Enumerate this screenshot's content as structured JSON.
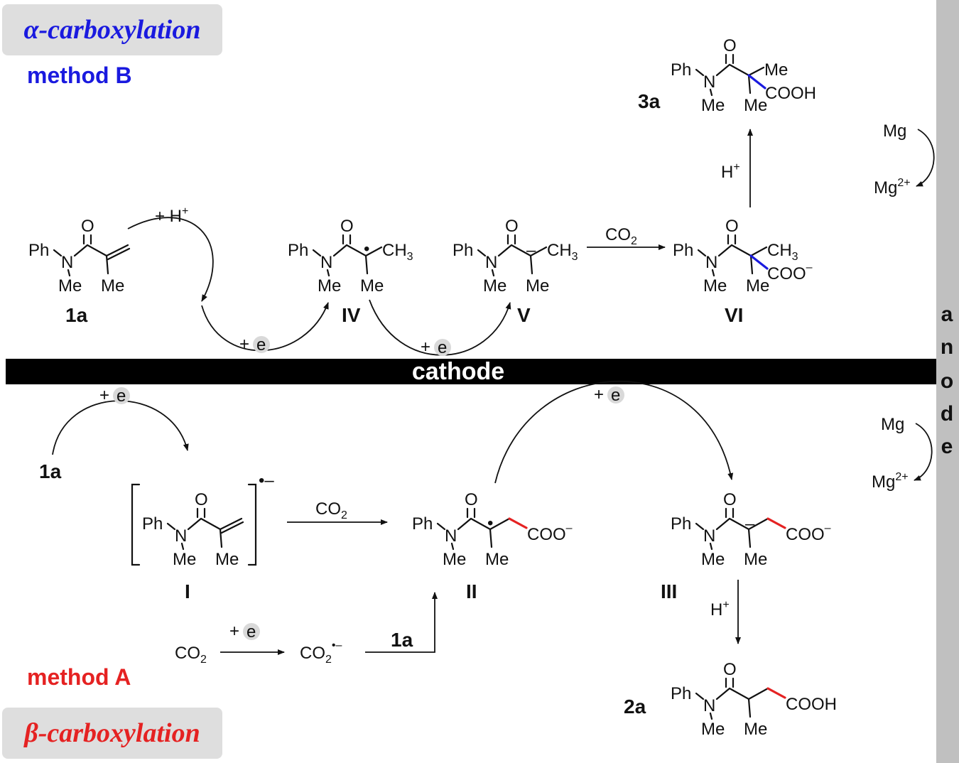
{
  "labels": {
    "alpha_tag": "α-carboxylation",
    "beta_tag": "β-carboxylation",
    "method_b": "method B",
    "method_a": "method A",
    "cathode": "cathode",
    "anode": [
      "a",
      "n",
      "o",
      "d",
      "e"
    ]
  },
  "colors": {
    "alpha": "#1a1adf",
    "beta": "#e52222",
    "new_bond_alpha": "#1a1adf",
    "new_bond_beta": "#e52222",
    "electrode_cathode": "#000000",
    "electrode_anode": "#c0c0c0",
    "tag_bg": "#dedede",
    "electron_bubble": "#d9d9d9"
  },
  "atoms": {
    "ph": "Ph",
    "n": "N",
    "o": "O",
    "me": "Me",
    "ch3": "CH",
    "coo": "COO",
    "cooh": "COOH",
    "minus": "–",
    "dot": "•",
    "radical_anion": "•–",
    "sub3": "3"
  },
  "compounds": {
    "c1a_top": "1a",
    "c1a_bottom": "1a",
    "c1a_arrow": "1a",
    "iv": "IV",
    "v": "V",
    "vi": "VI",
    "c3a": "3a",
    "i": "I",
    "ii": "II",
    "iii": "III",
    "c2a": "2a"
  },
  "reagents": {
    "plus_h": "+ H",
    "h_plus": "H",
    "sup_plus": "+",
    "co2": "CO",
    "sub2": "2",
    "plus": "+",
    "e": "e",
    "mg": "Mg",
    "mg2": "Mg",
    "sup_2plus": "2+"
  }
}
